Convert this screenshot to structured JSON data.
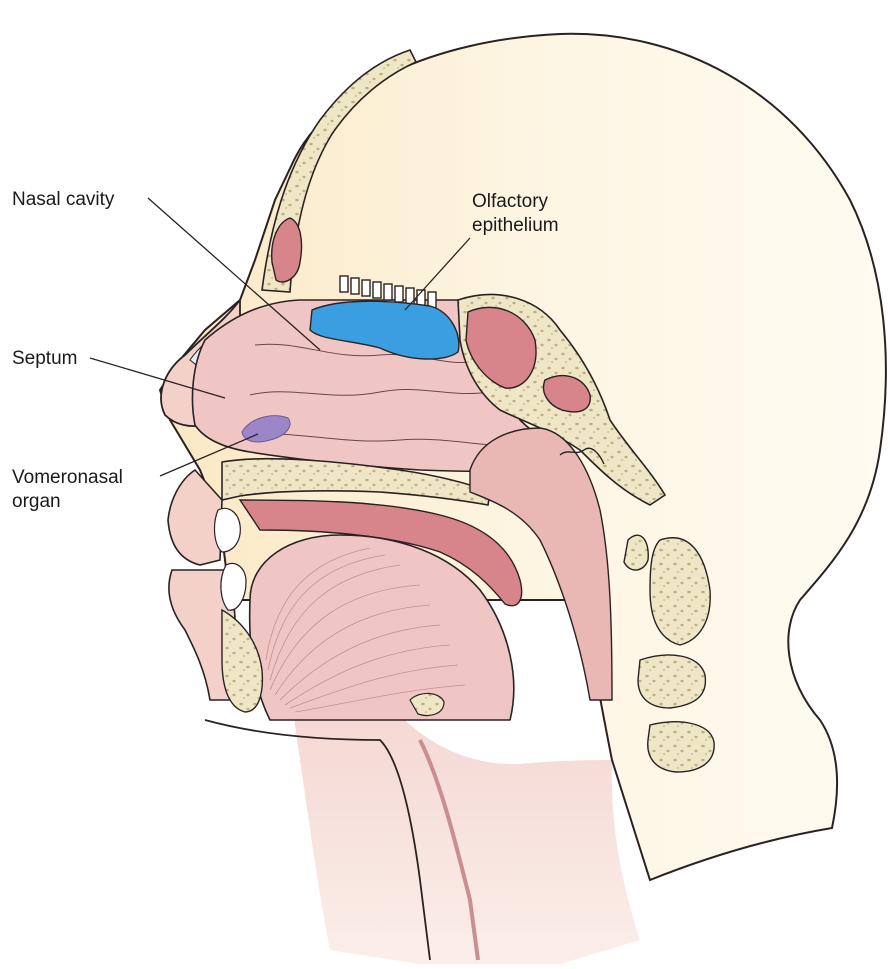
{
  "labels": {
    "nasal_cavity": "Nasal cavity",
    "olfactory_line1": "Olfactory",
    "olfactory_line2": "epithelium",
    "septum": "Septum",
    "vomeronasal_line1": "Vomeronasal",
    "vomeronasal_line2": "organ"
  },
  "colors": {
    "skin": "#fbf1d6",
    "tissue": "#efc6c4",
    "tissue_dark": "#d7848a",
    "bone": "#efe6c6",
    "olfactory_epithelium": "#3b9ee0",
    "vomeronasal_organ": "#9b86c8",
    "outline": "#2a2222"
  }
}
